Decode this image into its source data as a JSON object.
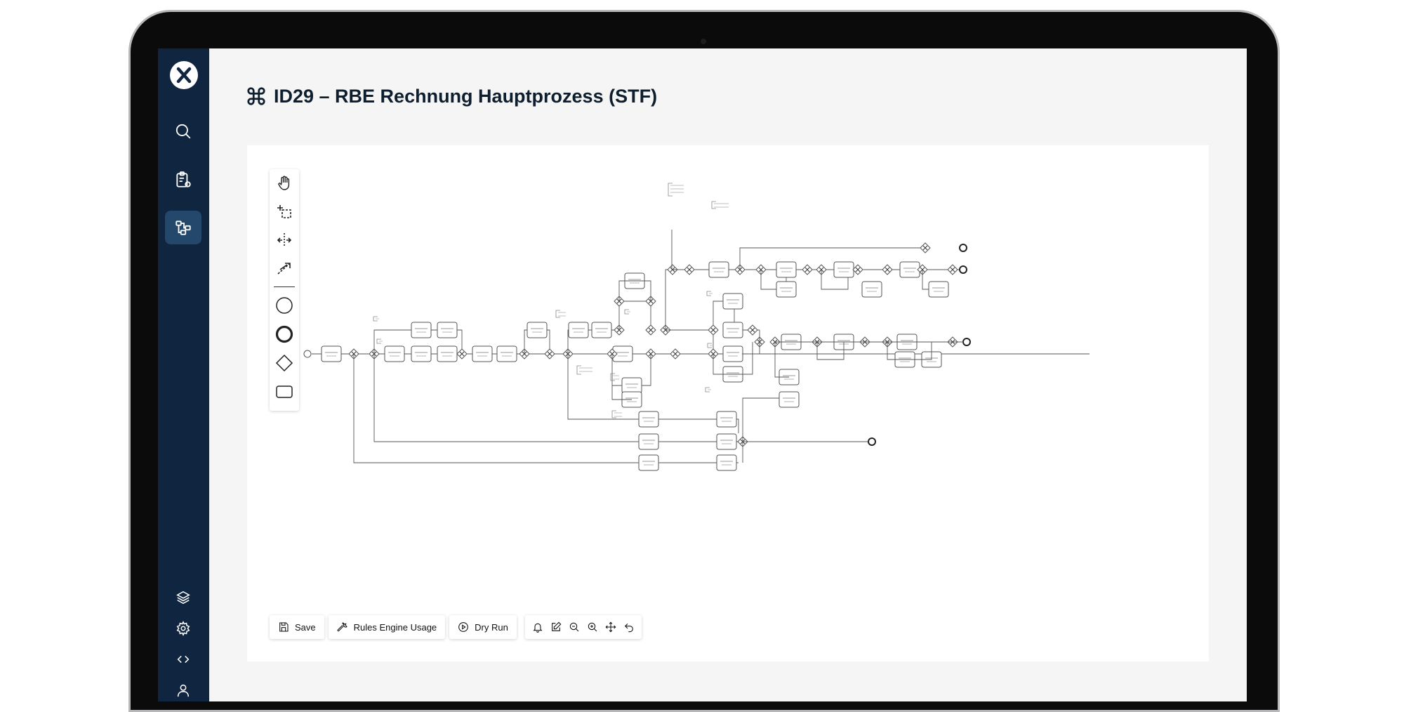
{
  "page": {
    "title": "ID29 – RBE Rechnung Hauptprozess (STF)",
    "title_icon": "command-icon"
  },
  "sidebar": {
    "logo": "x-logo-icon",
    "items": [
      {
        "name": "search",
        "icon": "search-icon"
      },
      {
        "name": "tasks",
        "icon": "clipboard-gear-icon"
      },
      {
        "name": "processes",
        "icon": "process-flow-icon",
        "active": true
      },
      {
        "name": "layers",
        "icon": "layers-icon"
      },
      {
        "name": "settings",
        "icon": "gear-icon"
      },
      {
        "name": "code",
        "icon": "code-icon"
      },
      {
        "name": "account",
        "icon": "user-icon"
      }
    ]
  },
  "palette": {
    "tools": [
      "hand-tool-icon",
      "lasso-tool-icon",
      "space-tool-icon",
      "connect-tool-icon",
      "start-event-icon",
      "end-event-icon",
      "gateway-icon",
      "task-icon"
    ]
  },
  "toolbar": {
    "save_label": "Save",
    "rules_label": "Rules Engine Usage",
    "dryrun_label": "Dry Run",
    "icons": [
      "bell-icon",
      "edit-icon",
      "zoom-out-icon",
      "zoom-in-icon",
      "fit-view-icon",
      "undo-icon"
    ]
  },
  "colors": {
    "sidebar_bg": "#0f2540",
    "sidebar_active": "#24476c",
    "canvas_bg": "#ffffff",
    "page_bg": "#f5f5f5"
  }
}
